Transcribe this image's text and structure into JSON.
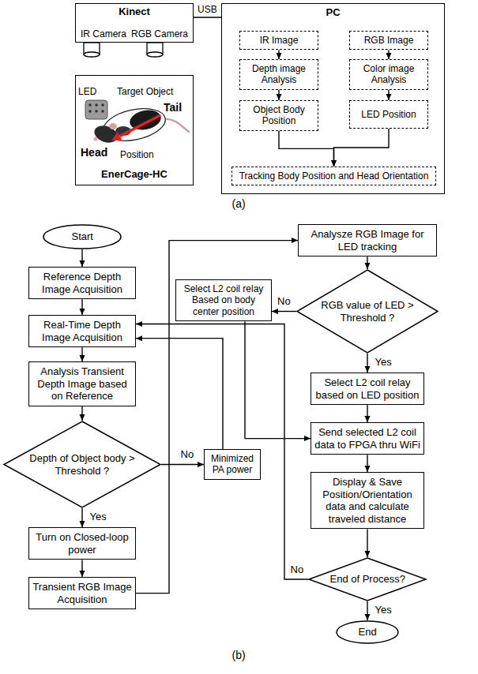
{
  "diagram": {
    "nodes": [
      {
        "text": [
          "Kinect",
          "IR Camera",
          "RGB Camera"
        ]
      },
      {
        "text": [
          "PC"
        ]
      },
      {
        "text": [
          "IR Image"
        ],
        "in": 1
      },
      {
        "text": [
          "RGB Image"
        ],
        "in": 1
      },
      {
        "text": [
          "Depth image Analysis"
        ],
        "in": 1
      },
      {
        "text": [
          "Color image Analysis"
        ],
        "in": 1
      },
      {
        "text": [
          "Object Body Position"
        ],
        "in": 1
      },
      {
        "text": [
          "LED Position"
        ],
        "in": 1
      },
      {
        "text": [
          "Tracking Body Position and Head Orientation"
        ],
        "in": 1
      },
      {
        "text": [
          "EnerCage-HC"
        ]
      },
      {
        "text": [
          "Start"
        ]
      },
      {
        "text": [
          "Reference Depth Image Acquisition"
        ]
      },
      {
        "text": [
          "Real-Time Depth Image Acquisition"
        ]
      },
      {
        "text": [
          "Analysis Transient Depth Image based on Reference"
        ]
      },
      {
        "text": [
          "Depth of Object body > Threshold ?"
        ]
      },
      {
        "text": [
          "Turn on Closed-loop power"
        ]
      },
      {
        "text": [
          "Minimized PA power"
        ]
      },
      {
        "text": [
          "Transient RGB Image Acquisition"
        ]
      },
      {
        "text": [
          "Analysze RGB Image for LED tracking"
        ]
      },
      {
        "text": [
          "Select L2 coil relay Based on body center position"
        ]
      },
      {
        "text": [
          "RGB value of LED > Threshold ?"
        ]
      },
      {
        "text": [
          "Select L2 coil relay based on LED position"
        ]
      },
      {
        "text": [
          "Send selected L2 coil data to FPGA thru WiFi"
        ]
      },
      {
        "text": [
          "Display & Save Position/Orientation data and calculate traveled distance"
        ]
      },
      {
        "text": [
          "End of Process?"
        ]
      },
      {
        "text": [
          "End"
        ]
      }
    ],
    "edges": [
      {
        "from": 0,
        "to": 1,
        "arrow": "none",
        "label": "USB"
      },
      {
        "from": 2,
        "to": 4,
        "arrow": "to"
      },
      {
        "from": 3,
        "to": 5,
        "arrow": "to"
      },
      {
        "from": 4,
        "to": 6,
        "arrow": "to"
      },
      {
        "from": 5,
        "to": 7,
        "arrow": "to"
      },
      {
        "from": 6,
        "to": 8,
        "arrow": "to"
      },
      {
        "from": 7,
        "to": 8,
        "arrow": "to"
      },
      {
        "from": 10,
        "to": 11,
        "arrow": "to"
      },
      {
        "from": 11,
        "to": 12,
        "arrow": "to"
      },
      {
        "from": 12,
        "to": 13,
        "arrow": "to"
      },
      {
        "from": 13,
        "to": 14,
        "arrow": "to"
      },
      {
        "from": 14,
        "to": 15,
        "arrow": "to",
        "label": "Yes"
      },
      {
        "from": 14,
        "to": 16,
        "arrow": "to",
        "label": "No"
      },
      {
        "from": 16,
        "to": 12,
        "arrow": "to"
      },
      {
        "from": 15,
        "to": 17,
        "arrow": "to"
      },
      {
        "from": 17,
        "to": 18,
        "arrow": "to"
      },
      {
        "from": 18,
        "to": 20,
        "arrow": "to"
      },
      {
        "from": 20,
        "to": 19,
        "arrow": "to",
        "label": "No"
      },
      {
        "from": 20,
        "to": 21,
        "arrow": "to",
        "label": "Yes"
      },
      {
        "from": 19,
        "to": 22,
        "arrow": "to"
      },
      {
        "from": 21,
        "to": 22,
        "arrow": "to"
      },
      {
        "from": 22,
        "to": 23,
        "arrow": "to"
      },
      {
        "from": 23,
        "to": 24,
        "arrow": "to"
      },
      {
        "from": 24,
        "to": 25,
        "arrow": "to",
        "label": "Yes"
      },
      {
        "from": 24,
        "to": 12,
        "arrow": "to",
        "label": "No"
      }
    ],
    "labels": [
      "LED",
      "Target Object",
      "Tail",
      "Head",
      "Position",
      "(a)",
      "(b)"
    ]
  }
}
